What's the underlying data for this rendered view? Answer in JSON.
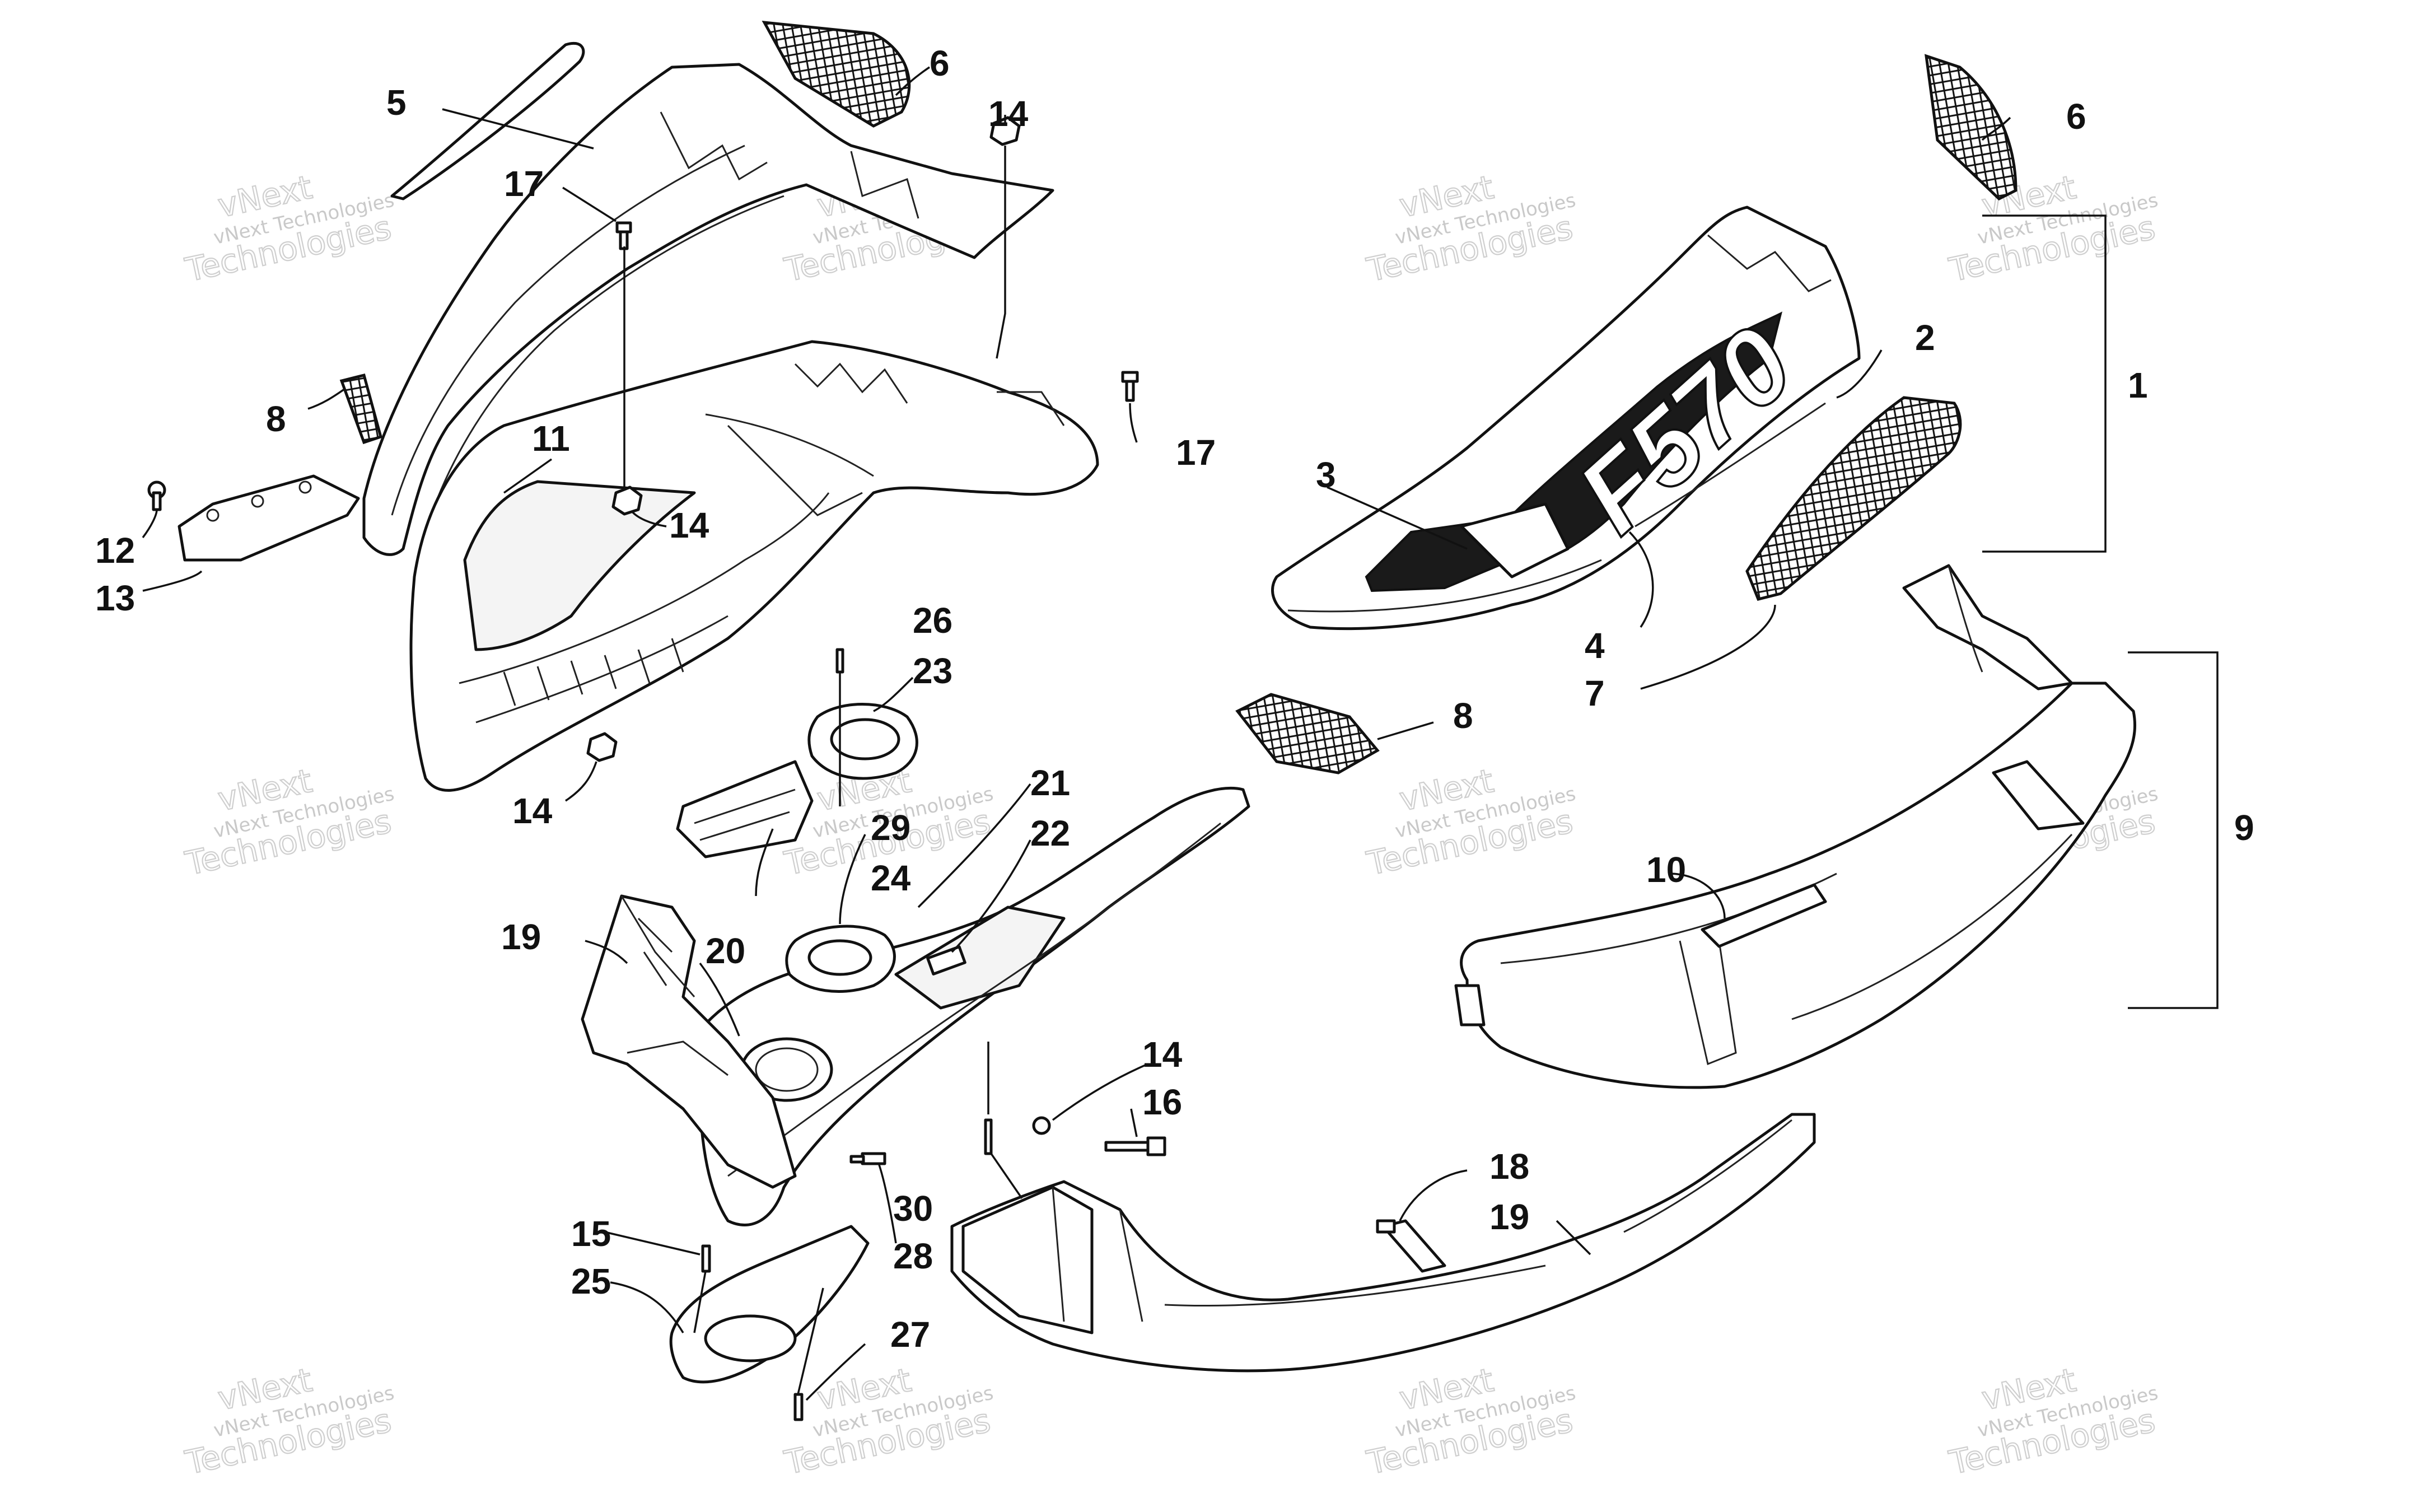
{
  "callouts": [
    {
      "id": "c1",
      "label": "1"
    },
    {
      "id": "c2",
      "label": "2"
    },
    {
      "id": "c3",
      "label": "3"
    },
    {
      "id": "c4",
      "label": "4"
    },
    {
      "id": "c5",
      "label": "5"
    },
    {
      "id": "c6a",
      "label": "6"
    },
    {
      "id": "c6b",
      "label": "6"
    },
    {
      "id": "c7",
      "label": "7"
    },
    {
      "id": "c8a",
      "label": "8"
    },
    {
      "id": "c8b",
      "label": "8"
    },
    {
      "id": "c9",
      "label": "9"
    },
    {
      "id": "c10",
      "label": "10"
    },
    {
      "id": "c11",
      "label": "11"
    },
    {
      "id": "c12",
      "label": "12"
    },
    {
      "id": "c13",
      "label": "13"
    },
    {
      "id": "c14a",
      "label": "14"
    },
    {
      "id": "c14b",
      "label": "14"
    },
    {
      "id": "c14c",
      "label": "14"
    },
    {
      "id": "c14d",
      "label": "14"
    },
    {
      "id": "c15",
      "label": "15"
    },
    {
      "id": "c16",
      "label": "16"
    },
    {
      "id": "c17a",
      "label": "17"
    },
    {
      "id": "c17b",
      "label": "17"
    },
    {
      "id": "c18",
      "label": "18"
    },
    {
      "id": "c19a",
      "label": "19"
    },
    {
      "id": "c19b",
      "label": "19"
    },
    {
      "id": "c20",
      "label": "20"
    },
    {
      "id": "c21",
      "label": "21"
    },
    {
      "id": "c22",
      "label": "22"
    },
    {
      "id": "c23",
      "label": "23"
    },
    {
      "id": "c24",
      "label": "24"
    },
    {
      "id": "c25",
      "label": "25"
    },
    {
      "id": "c26",
      "label": "26"
    },
    {
      "id": "c27",
      "label": "27"
    },
    {
      "id": "c28",
      "label": "28"
    },
    {
      "id": "c29",
      "label": "29"
    },
    {
      "id": "c30",
      "label": "30"
    }
  ],
  "decal_text": "F570",
  "watermark": {
    "line1": "vNext Technologies",
    "line2": "vNext",
    "line3": "Technologies"
  }
}
